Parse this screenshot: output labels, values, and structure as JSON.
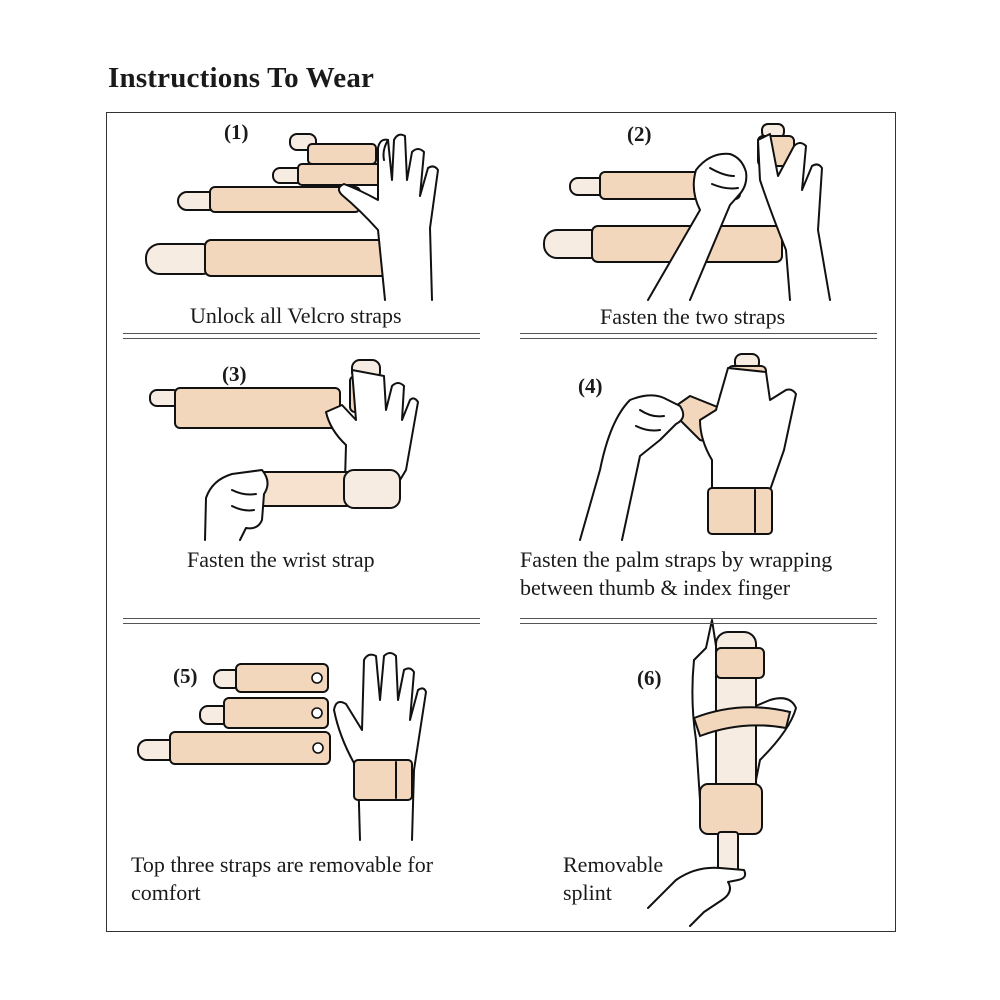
{
  "title": "Instructions To Wear",
  "steps": [
    {
      "number": "(1)",
      "caption_lines": [
        "Unlock all Velcro straps"
      ]
    },
    {
      "number": "(2)",
      "caption_lines": [
        "Fasten the two straps"
      ]
    },
    {
      "number": "(3)",
      "caption_lines": [
        "Fasten the wrist strap"
      ]
    },
    {
      "number": "(4)",
      "caption_lines": [
        "Fasten the palm straps by wrapping",
        "between thumb & index finger"
      ]
    },
    {
      "number": "(5)",
      "caption_lines": [
        "Top three straps are removable for",
        "comfort"
      ]
    },
    {
      "number": "(6)",
      "caption_lines": [
        "Removable",
        "splint"
      ]
    }
  ],
  "colors": {
    "strap": "#f3d7bd",
    "strap_tip": "#f7ece2",
    "outline": "#111111"
  }
}
